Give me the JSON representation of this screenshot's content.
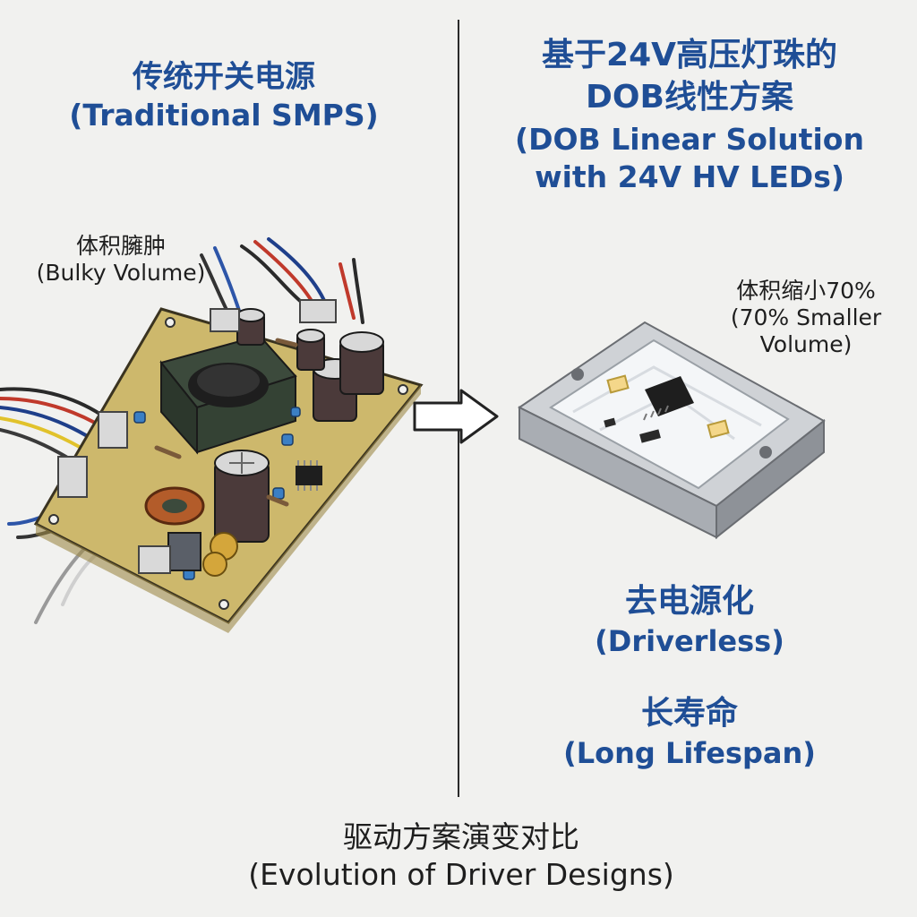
{
  "left_panel": {
    "title_cn": "传统开关电源",
    "title_en": "(Traditional SMPS)",
    "note_cn": "体积臃肿",
    "note_en": "(Bulky Volume)"
  },
  "right_panel": {
    "title_cn_line1": "基于24V高压灯珠的",
    "title_cn_line2": "DOB线性方案",
    "title_en_line1": "(DOB Linear Solution",
    "title_en_line2": "with 24V HV LEDs)",
    "note_cn": "体积缩小70%",
    "note_en_line1": "(70% Smaller",
    "note_en_line2": "Volume)",
    "feature1_cn": "去电源化",
    "feature1_en": "(Driverless)",
    "feature2_cn": "长寿命",
    "feature2_en": "(Long Lifespan)"
  },
  "caption": {
    "cn": "驱动方案演变对比",
    "en": "(Evolution of Driver Designs)"
  },
  "icons": {
    "arrow": "right-arrow-icon",
    "smps_board": "smps-circuit-board-illustration",
    "dob_module": "dob-led-module-illustration"
  },
  "colors": {
    "title_blue": "#1f4e96",
    "text_dark": "#1e1e1e",
    "background": "#f1f1ef",
    "pcb_green": "#c9b469",
    "aluminum": "#c9ccd1"
  }
}
